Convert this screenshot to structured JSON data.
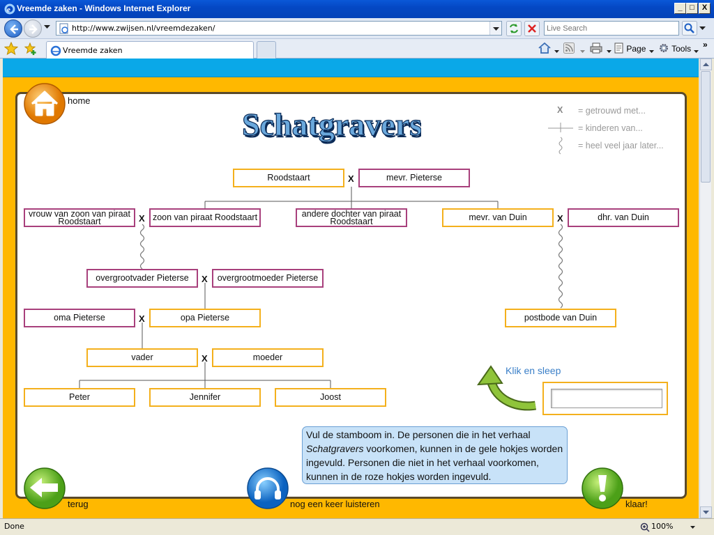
{
  "window": {
    "title": "Vreemde zaken - Windows Internet Explorer",
    "minimize": "_",
    "maximize": "□",
    "close": "X"
  },
  "address": {
    "url": "http://www.zwijsen.nl/vreemdezaken/",
    "search_placeholder": "Live Search"
  },
  "tabs": [
    {
      "label": "Vreemde zaken"
    }
  ],
  "command_bar": {
    "page_label": "Page",
    "tools_label": "Tools",
    "more": "»"
  },
  "status": {
    "text": "Done",
    "zoom": "100%"
  },
  "page": {
    "title": "Schatgravers",
    "home_label": "home",
    "back_label": "terug",
    "listen_label": "nog een keer luisteren",
    "done_label": "klaar!",
    "drag_hint": "Klik en sleep",
    "legend": {
      "married_symbol": "X",
      "married": "=   getrouwd met...",
      "children": "=   kinderen van...",
      "later": "=   heel veel jaar later..."
    },
    "married_mark": "X",
    "info": {
      "line1": "Vul de stamboom in. De personen die in het verhaal",
      "italic": "Schatgravers",
      "line2": " voorkomen, kunnen in de gele hokjes worden ingevuld. Personen die niet in het verhaal voorkomen, kunnen in de roze hokjes worden ingevuld."
    },
    "people": {
      "roodstaart": "Roodstaart",
      "mevr_pieterse": "mevr. Pieterse",
      "vrouw_zoon": "vrouw van zoon van piraat Roodstaart",
      "zoon": "zoon van piraat Roodstaart",
      "andere_dochter": "andere dochter van piraat Roodstaart",
      "mevr_van_duin": "mevr. van Duin",
      "dhr_van_duin": "dhr. van Duin",
      "overgrootvader": "overgrootvader Pieterse",
      "overgrootmoeder": "overgrootmoeder Pieterse",
      "oma": "oma Pieterse",
      "opa": "opa Pieterse",
      "postbode": "postbode van Duin",
      "vader": "vader",
      "moeder": "moeder",
      "peter": "Peter",
      "jennifer": "Jennifer",
      "joost": "Joost"
    }
  },
  "colors": {
    "yellow_box": "#f4b01c",
    "pink_box": "#a8407c",
    "frame_orange": "#ffb800",
    "top_band_blue": "#0aa8e8"
  }
}
